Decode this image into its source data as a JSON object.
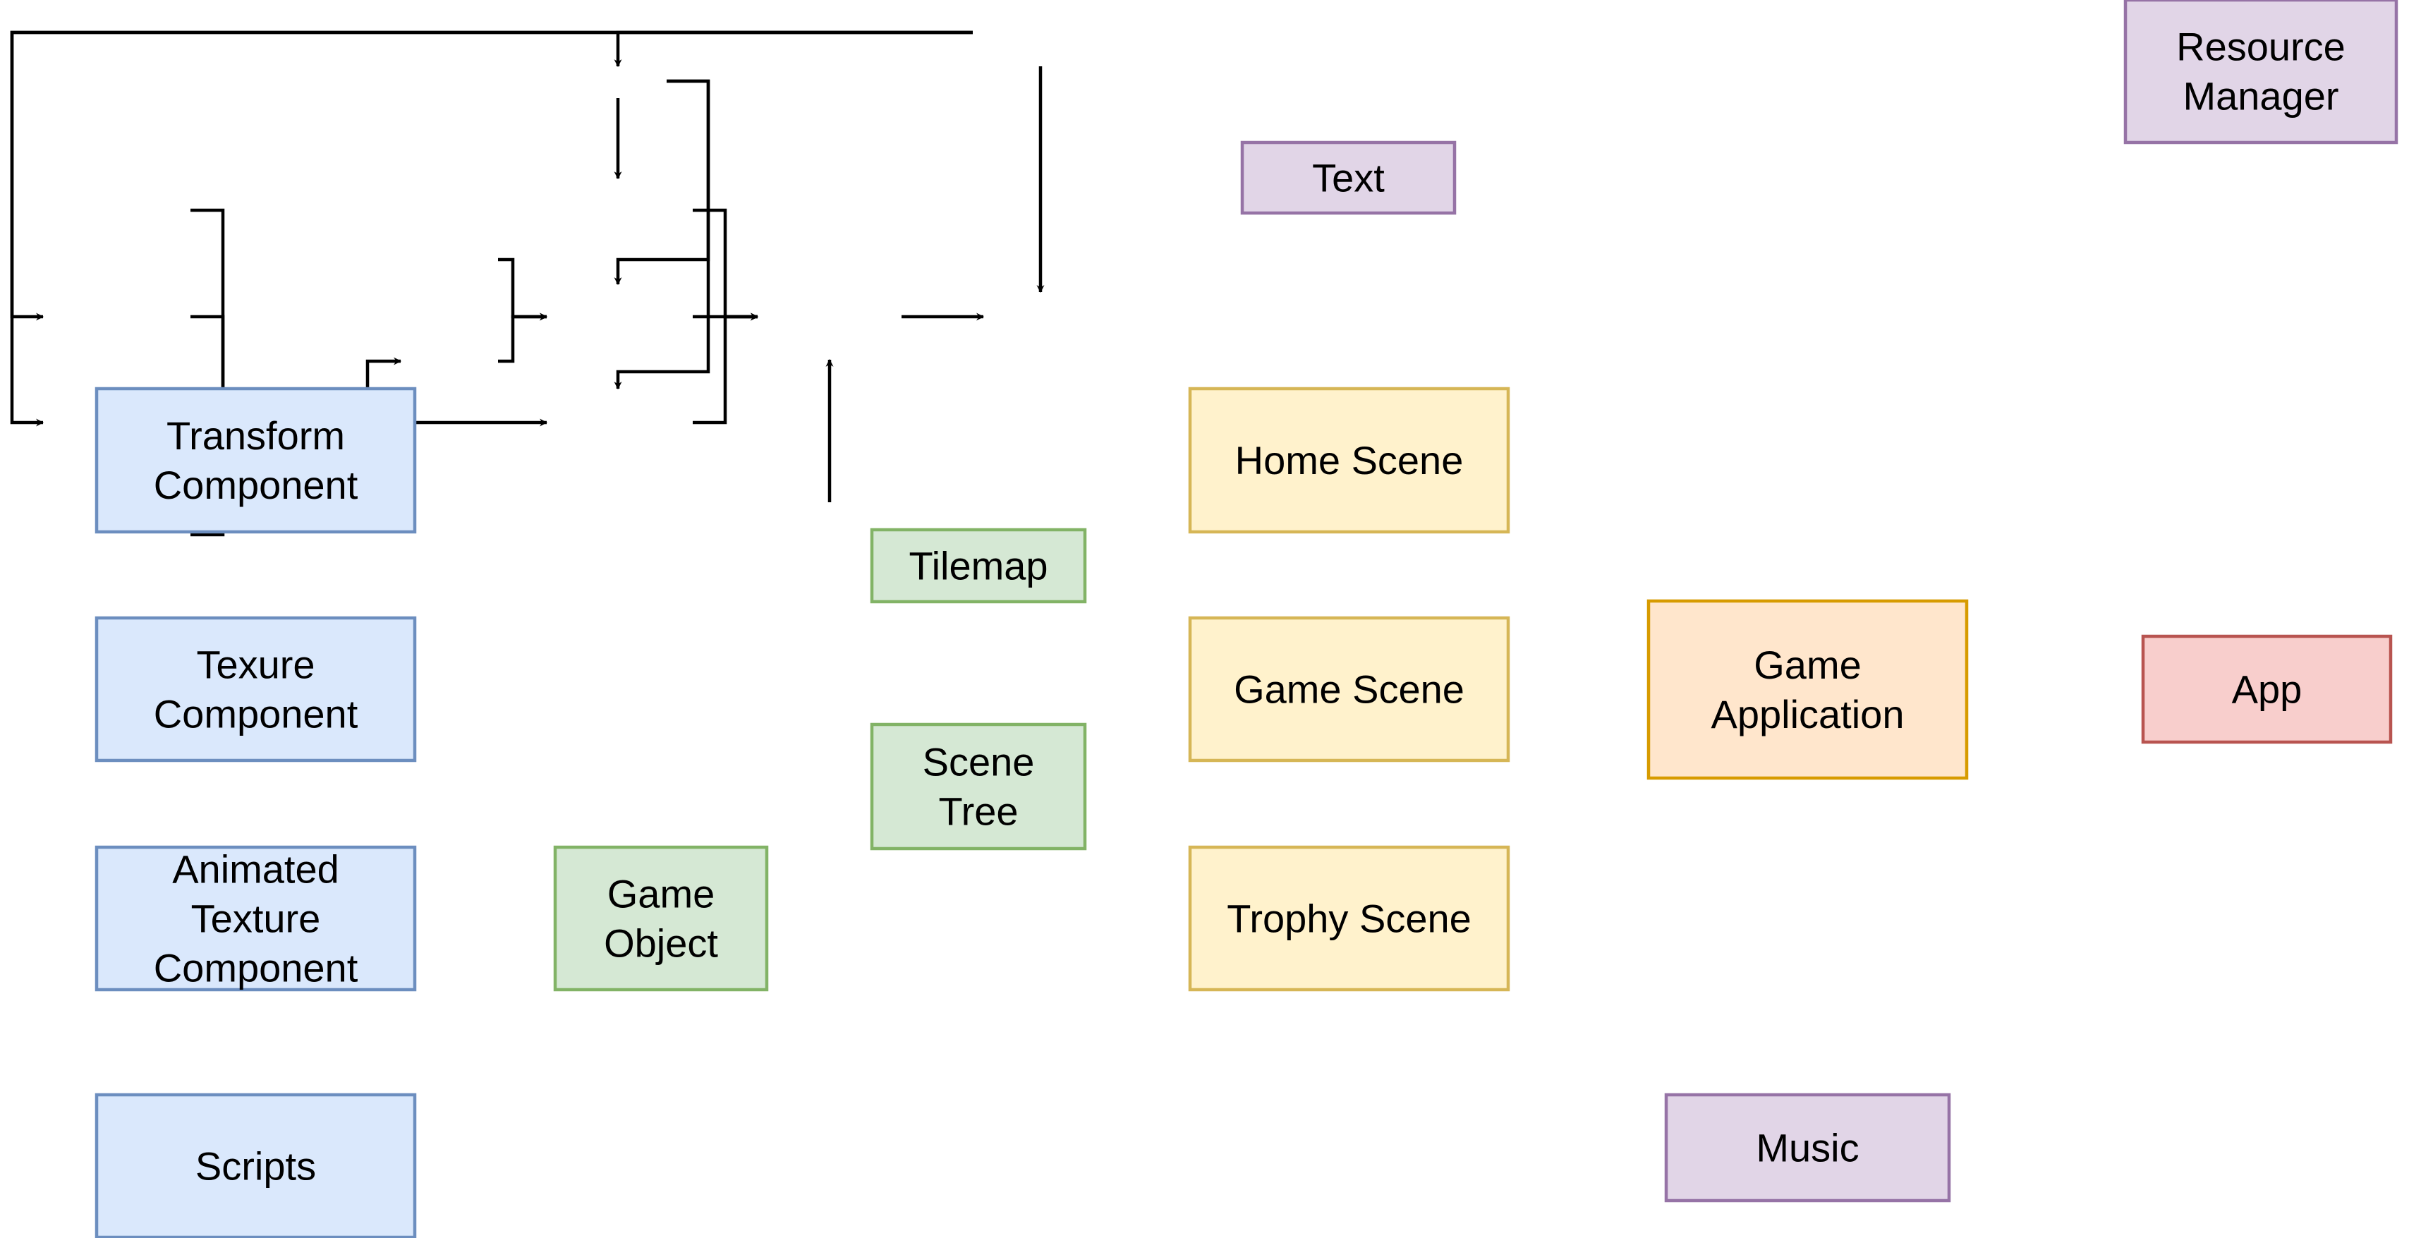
{
  "diagram": {
    "colors": {
      "blue": {
        "fill": "#dae8fc",
        "stroke": "#6c8ebf"
      },
      "green": {
        "fill": "#d5e8d4",
        "stroke": "#82b366"
      },
      "yellow": {
        "fill": "#fff2cc",
        "stroke": "#d6b656"
      },
      "orange": {
        "fill": "#ffe6cc",
        "stroke": "#d79b00"
      },
      "purple": {
        "fill": "#e1d5e7",
        "stroke": "#9673a6"
      },
      "red": {
        "fill": "#f8cecc",
        "stroke": "#b85450"
      },
      "edge": "#000000"
    },
    "nodes": {
      "resource_manager": {
        "label": [
          "Resource",
          "Manager"
        ],
        "color": "purple"
      },
      "text": {
        "label": [
          "Text"
        ],
        "color": "purple"
      },
      "home_scene": {
        "label": [
          "Home Scene"
        ],
        "color": "yellow"
      },
      "game_scene": {
        "label": [
          "Game Scene"
        ],
        "color": "yellow"
      },
      "trophy_scene": {
        "label": [
          "Trophy Scene"
        ],
        "color": "yellow"
      },
      "transform_component": {
        "label": [
          "Transform",
          "Component"
        ],
        "color": "blue"
      },
      "texure_component": {
        "label": [
          "Texure",
          "Component"
        ],
        "color": "blue"
      },
      "animated_texture_component": {
        "label": [
          "Animated",
          "Texture",
          "Component"
        ],
        "color": "blue"
      },
      "scripts": {
        "label": [
          "Scripts"
        ],
        "color": "blue"
      },
      "tilemap": {
        "label": [
          "Tilemap"
        ],
        "color": "green"
      },
      "scene_tree": {
        "label": [
          "Scene",
          "Tree"
        ],
        "color": "green"
      },
      "game_object": {
        "label": [
          "Game",
          "Object"
        ],
        "color": "green"
      },
      "game_application": {
        "label": [
          "Game",
          "Application"
        ],
        "color": "orange"
      },
      "app": {
        "label": [
          "App"
        ],
        "color": "red"
      },
      "music": {
        "label": [
          "Music"
        ],
        "color": "purple"
      }
    },
    "edges": [
      {
        "from": "resource_manager",
        "to": "text"
      },
      {
        "from": "resource_manager",
        "to": "texure_component"
      },
      {
        "from": "resource_manager",
        "to": "animated_texture_component"
      },
      {
        "from": "resource_manager",
        "to": "app"
      },
      {
        "from": "text",
        "to": "home_scene"
      },
      {
        "from": "text",
        "to": "game_scene"
      },
      {
        "from": "text",
        "to": "trophy_scene"
      },
      {
        "from": "transform_component",
        "to": "game_object"
      },
      {
        "from": "texure_component",
        "to": "game_object"
      },
      {
        "from": "animated_texture_component",
        "to": "game_object"
      },
      {
        "from": "scripts",
        "to": "game_object"
      },
      {
        "from": "game_object",
        "to": "scene_tree"
      },
      {
        "from": "game_object",
        "to": "trophy_scene"
      },
      {
        "from": "tilemap",
        "to": "game_scene"
      },
      {
        "from": "scene_tree",
        "to": "game_scene"
      },
      {
        "from": "home_scene",
        "to": "game_application"
      },
      {
        "from": "game_scene",
        "to": "game_application"
      },
      {
        "from": "trophy_scene",
        "to": "game_application"
      },
      {
        "from": "game_application",
        "to": "app"
      },
      {
        "from": "music",
        "to": "game_application"
      }
    ]
  }
}
